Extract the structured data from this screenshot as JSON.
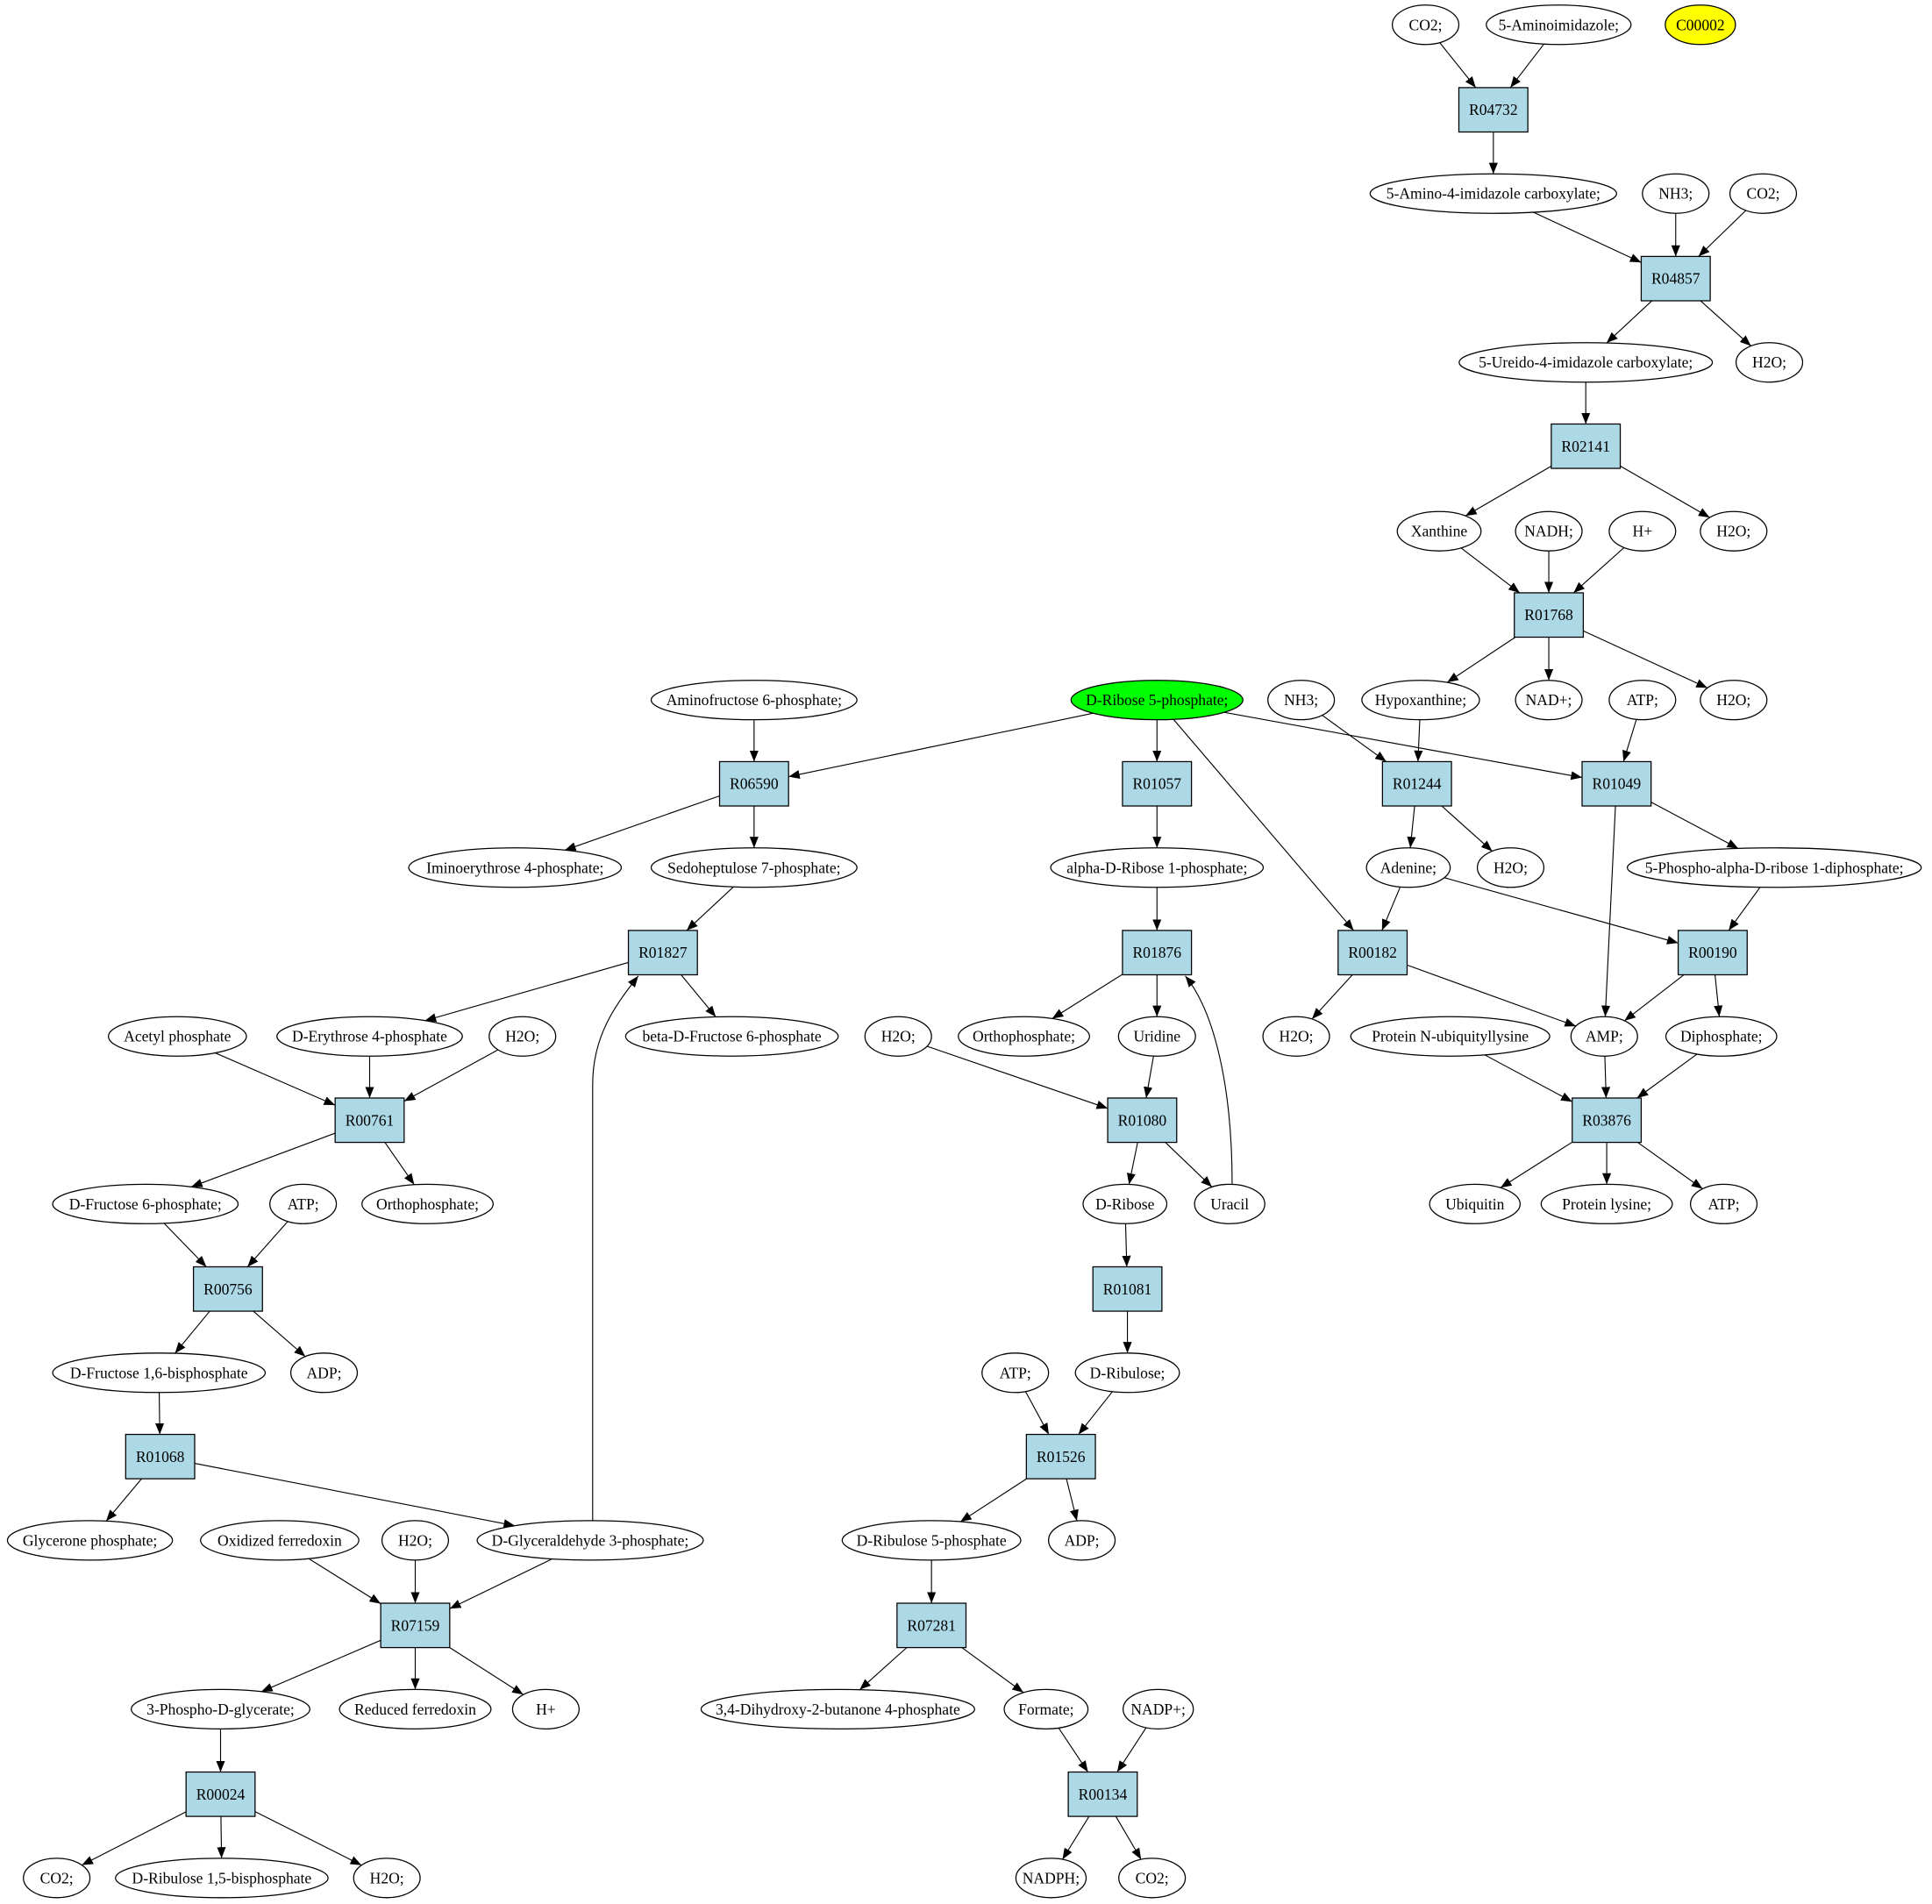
{
  "colors": {
    "reaction_fill": "#add8e6",
    "start_compound_fill": "#00ff00",
    "highlight_compound_fill": "#ffff00",
    "compound_fill": "#ffffff"
  },
  "nodes": [
    {
      "id": "n1",
      "label": "CO2;",
      "kind": "compound"
    },
    {
      "id": "n2",
      "label": "5-Aminoimidazole;",
      "kind": "compound"
    },
    {
      "id": "n3",
      "label": "C00002",
      "kind": "highlight"
    },
    {
      "id": "R04732",
      "label": "R04732",
      "kind": "reaction"
    },
    {
      "id": "n4",
      "label": "5-Amino-4-imidazole carboxylate;",
      "kind": "compound"
    },
    {
      "id": "n5",
      "label": "NH3;",
      "kind": "compound"
    },
    {
      "id": "n6",
      "label": "CO2;",
      "kind": "compound"
    },
    {
      "id": "R04857",
      "label": "R04857",
      "kind": "reaction"
    },
    {
      "id": "n7",
      "label": "5-Ureido-4-imidazole carboxylate;",
      "kind": "compound"
    },
    {
      "id": "n8",
      "label": "H2O;",
      "kind": "compound"
    },
    {
      "id": "R02141",
      "label": "R02141",
      "kind": "reaction"
    },
    {
      "id": "n9",
      "label": "Xanthine",
      "kind": "compound"
    },
    {
      "id": "n10",
      "label": "NADH;",
      "kind": "compound"
    },
    {
      "id": "n11",
      "label": "H+",
      "kind": "compound"
    },
    {
      "id": "n12",
      "label": "H2O;",
      "kind": "compound"
    },
    {
      "id": "R01768",
      "label": "R01768",
      "kind": "reaction"
    },
    {
      "id": "n13",
      "label": "Hypoxanthine;",
      "kind": "compound"
    },
    {
      "id": "n14",
      "label": "NAD+;",
      "kind": "compound"
    },
    {
      "id": "n15",
      "label": "H2O;",
      "kind": "compound"
    },
    {
      "id": "n16",
      "label": "ATP;",
      "kind": "compound"
    },
    {
      "id": "n17",
      "label": "NH3;",
      "kind": "compound"
    },
    {
      "id": "n18",
      "label": "D-Ribose 5-phosphate;",
      "kind": "start"
    },
    {
      "id": "n19",
      "label": "Aminofructose 6-phosphate;",
      "kind": "compound"
    },
    {
      "id": "R06590",
      "label": "R06590",
      "kind": "reaction"
    },
    {
      "id": "R01057",
      "label": "R01057",
      "kind": "reaction"
    },
    {
      "id": "R01244",
      "label": "R01244",
      "kind": "reaction"
    },
    {
      "id": "R01049",
      "label": "R01049",
      "kind": "reaction"
    },
    {
      "id": "n20",
      "label": "Iminoerythrose 4-phosphate;",
      "kind": "compound"
    },
    {
      "id": "n21",
      "label": "Sedoheptulose 7-phosphate;",
      "kind": "compound"
    },
    {
      "id": "n22",
      "label": "alpha-D-Ribose 1-phosphate;",
      "kind": "compound"
    },
    {
      "id": "n23",
      "label": "Adenine;",
      "kind": "compound"
    },
    {
      "id": "n24",
      "label": "H2O;",
      "kind": "compound"
    },
    {
      "id": "n25",
      "label": "5-Phospho-alpha-D-ribose 1-diphosphate;",
      "kind": "compound"
    },
    {
      "id": "R01827",
      "label": "R01827",
      "kind": "reaction"
    },
    {
      "id": "R01876",
      "label": "R01876",
      "kind": "reaction"
    },
    {
      "id": "R00182",
      "label": "R00182",
      "kind": "reaction"
    },
    {
      "id": "R00190",
      "label": "R00190",
      "kind": "reaction"
    },
    {
      "id": "n26",
      "label": "Acetyl phosphate",
      "kind": "compound"
    },
    {
      "id": "n27",
      "label": "D-Erythrose 4-phosphate",
      "kind": "compound"
    },
    {
      "id": "n28",
      "label": "H2O;",
      "kind": "compound"
    },
    {
      "id": "n29",
      "label": "beta-D-Fructose 6-phosphate",
      "kind": "compound"
    },
    {
      "id": "n30",
      "label": "H2O;",
      "kind": "compound"
    },
    {
      "id": "n31",
      "label": "Orthophosphate;",
      "kind": "compound"
    },
    {
      "id": "n32",
      "label": "Uridine",
      "kind": "compound"
    },
    {
      "id": "n33",
      "label": "H2O;",
      "kind": "compound"
    },
    {
      "id": "n34",
      "label": "Protein N-ubiquityllysine",
      "kind": "compound"
    },
    {
      "id": "n35",
      "label": "AMP;",
      "kind": "compound"
    },
    {
      "id": "n36",
      "label": "Diphosphate;",
      "kind": "compound"
    },
    {
      "id": "R00761",
      "label": "R00761",
      "kind": "reaction"
    },
    {
      "id": "R01080",
      "label": "R01080",
      "kind": "reaction"
    },
    {
      "id": "R03876",
      "label": "R03876",
      "kind": "reaction"
    },
    {
      "id": "n37",
      "label": "D-Fructose 6-phosphate;",
      "kind": "compound"
    },
    {
      "id": "n38",
      "label": "ATP;",
      "kind": "compound"
    },
    {
      "id": "n39",
      "label": "Orthophosphate;",
      "kind": "compound"
    },
    {
      "id": "n40",
      "label": "D-Ribose",
      "kind": "compound"
    },
    {
      "id": "n41",
      "label": "Uracil",
      "kind": "compound"
    },
    {
      "id": "n42",
      "label": "Ubiquitin",
      "kind": "compound"
    },
    {
      "id": "n43",
      "label": "Protein lysine;",
      "kind": "compound"
    },
    {
      "id": "n44",
      "label": "ATP;",
      "kind": "compound"
    },
    {
      "id": "R00756",
      "label": "R00756",
      "kind": "reaction"
    },
    {
      "id": "R01081",
      "label": "R01081",
      "kind": "reaction"
    },
    {
      "id": "n45",
      "label": "D-Fructose 1,6-bisphosphate",
      "kind": "compound"
    },
    {
      "id": "n46",
      "label": "ADP;",
      "kind": "compound"
    },
    {
      "id": "n47",
      "label": "ATP;",
      "kind": "compound"
    },
    {
      "id": "n48",
      "label": "D-Ribulose;",
      "kind": "compound"
    },
    {
      "id": "R01068",
      "label": "R01068",
      "kind": "reaction"
    },
    {
      "id": "R01526",
      "label": "R01526",
      "kind": "reaction"
    },
    {
      "id": "n49",
      "label": "Glycerone phosphate;",
      "kind": "compound"
    },
    {
      "id": "n50",
      "label": "Oxidized ferredoxin",
      "kind": "compound"
    },
    {
      "id": "n51",
      "label": "H2O;",
      "kind": "compound"
    },
    {
      "id": "n52",
      "label": "D-Glyceraldehyde 3-phosphate;",
      "kind": "compound"
    },
    {
      "id": "n53",
      "label": "D-Ribulose 5-phosphate",
      "kind": "compound"
    },
    {
      "id": "n54",
      "label": "ADP;",
      "kind": "compound"
    },
    {
      "id": "R07159",
      "label": "R07159",
      "kind": "reaction"
    },
    {
      "id": "R07281",
      "label": "R07281",
      "kind": "reaction"
    },
    {
      "id": "n55",
      "label": "3-Phospho-D-glycerate;",
      "kind": "compound"
    },
    {
      "id": "n56",
      "label": "Reduced ferredoxin",
      "kind": "compound"
    },
    {
      "id": "n57",
      "label": "H+",
      "kind": "compound"
    },
    {
      "id": "n58",
      "label": "3,4-Dihydroxy-2-butanone 4-phosphate",
      "kind": "compound"
    },
    {
      "id": "n59",
      "label": "Formate;",
      "kind": "compound"
    },
    {
      "id": "n60",
      "label": "NADP+;",
      "kind": "compound"
    },
    {
      "id": "R00024",
      "label": "R00024",
      "kind": "reaction"
    },
    {
      "id": "R00134",
      "label": "R00134",
      "kind": "reaction"
    },
    {
      "id": "n61",
      "label": "CO2;",
      "kind": "compound"
    },
    {
      "id": "n62",
      "label": "D-Ribulose 1,5-bisphosphate",
      "kind": "compound"
    },
    {
      "id": "n63",
      "label": "H2O;",
      "kind": "compound"
    },
    {
      "id": "n64",
      "label": "NADPH;",
      "kind": "compound"
    },
    {
      "id": "n65",
      "label": "CO2;",
      "kind": "compound"
    }
  ],
  "edges": [
    [
      "n1",
      "R04732"
    ],
    [
      "n2",
      "R04732"
    ],
    [
      "R04732",
      "n4"
    ],
    [
      "n4",
      "R04857"
    ],
    [
      "n5",
      "R04857"
    ],
    [
      "n6",
      "R04857"
    ],
    [
      "R04857",
      "n7"
    ],
    [
      "R04857",
      "n8"
    ],
    [
      "n7",
      "R02141"
    ],
    [
      "R02141",
      "n9"
    ],
    [
      "R02141",
      "n12"
    ],
    [
      "n9",
      "R01768"
    ],
    [
      "n10",
      "R01768"
    ],
    [
      "n11",
      "R01768"
    ],
    [
      "R01768",
      "n13"
    ],
    [
      "R01768",
      "n14"
    ],
    [
      "R01768",
      "n15"
    ],
    [
      "n17",
      "R01244"
    ],
    [
      "n13",
      "R01244"
    ],
    [
      "n16",
      "R01049"
    ],
    [
      "n18",
      "R06590"
    ],
    [
      "n18",
      "R01057"
    ],
    [
      "n18",
      "R00182"
    ],
    [
      "n18",
      "R01049"
    ],
    [
      "n19",
      "R06590"
    ],
    [
      "R06590",
      "n20"
    ],
    [
      "R06590",
      "n21"
    ],
    [
      "R01057",
      "n22"
    ],
    [
      "R01244",
      "n23"
    ],
    [
      "R01244",
      "n24"
    ],
    [
      "R01049",
      "n25"
    ],
    [
      "R01049",
      "n35"
    ],
    [
      "n21",
      "R01827"
    ],
    [
      "n22",
      "R01876"
    ],
    [
      "n23",
      "R00182"
    ],
    [
      "n23",
      "R00190"
    ],
    [
      "n25",
      "R00190"
    ],
    [
      "R01827",
      "n27"
    ],
    [
      "R01827",
      "n29"
    ],
    [
      "R01876",
      "n31"
    ],
    [
      "R01876",
      "n32"
    ],
    [
      "R00182",
      "n33"
    ],
    [
      "R00182",
      "n35"
    ],
    [
      "R00190",
      "n35"
    ],
    [
      "R00190",
      "n36"
    ],
    [
      "n26",
      "R00761"
    ],
    [
      "n27",
      "R00761"
    ],
    [
      "n28",
      "R00761"
    ],
    [
      "n30",
      "R01080"
    ],
    [
      "n32",
      "R01080"
    ],
    [
      "n41",
      "R01876"
    ],
    [
      "n34",
      "R03876"
    ],
    [
      "n35",
      "R03876"
    ],
    [
      "n36",
      "R03876"
    ],
    [
      "R00761",
      "n37"
    ],
    [
      "R00761",
      "n39"
    ],
    [
      "R01080",
      "n40"
    ],
    [
      "R01080",
      "n41"
    ],
    [
      "R03876",
      "n42"
    ],
    [
      "R03876",
      "n43"
    ],
    [
      "R03876",
      "n44"
    ],
    [
      "n37",
      "R00756"
    ],
    [
      "n38",
      "R00756"
    ],
    [
      "R00756",
      "n45"
    ],
    [
      "R00756",
      "n46"
    ],
    [
      "n40",
      "R01081"
    ],
    [
      "R01081",
      "n48"
    ],
    [
      "n45",
      "R01068"
    ],
    [
      "n47",
      "R01526"
    ],
    [
      "n48",
      "R01526"
    ],
    [
      "R01068",
      "n49"
    ],
    [
      "R01068",
      "n52"
    ],
    [
      "n52",
      "R01827"
    ],
    [
      "R01526",
      "n53"
    ],
    [
      "R01526",
      "n54"
    ],
    [
      "n50",
      "R07159"
    ],
    [
      "n51",
      "R07159"
    ],
    [
      "n52",
      "R07159"
    ],
    [
      "n53",
      "R07281"
    ],
    [
      "R07159",
      "n55"
    ],
    [
      "R07159",
      "n56"
    ],
    [
      "R07159",
      "n57"
    ],
    [
      "R07281",
      "n58"
    ],
    [
      "R07281",
      "n59"
    ],
    [
      "n55",
      "R00024"
    ],
    [
      "n59",
      "R00134"
    ],
    [
      "n60",
      "R00134"
    ],
    [
      "R00024",
      "n61"
    ],
    [
      "R00024",
      "n62"
    ],
    [
      "R00024",
      "n63"
    ],
    [
      "R00134",
      "n64"
    ],
    [
      "R00134",
      "n65"
    ]
  ]
}
